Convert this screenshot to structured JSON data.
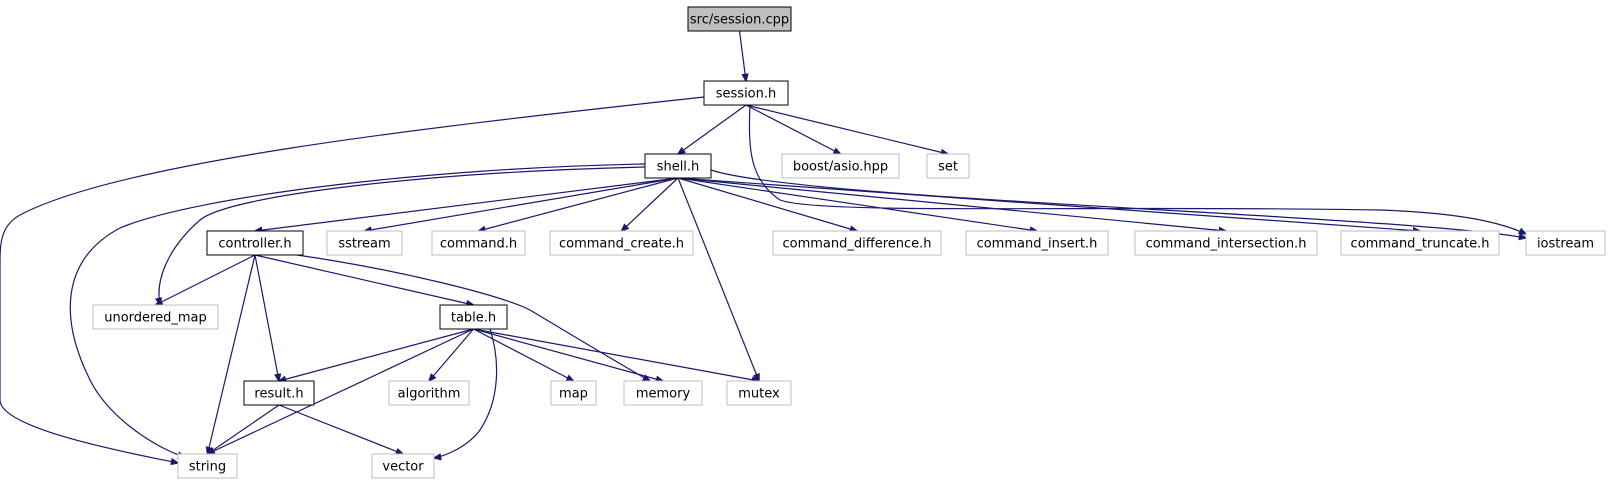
{
  "diagram": {
    "colors": {
      "edge": "#191970",
      "external_border": "#bfbfbf",
      "local_border": "#000000",
      "root_fill": "#bfbfbf"
    },
    "nodes": [
      {
        "id": "root",
        "label": "src/session.cpp",
        "kind": "root"
      },
      {
        "id": "session_h",
        "label": "session.h",
        "kind": "local"
      },
      {
        "id": "shell_h",
        "label": "shell.h",
        "kind": "local"
      },
      {
        "id": "boost_asio",
        "label": "boost/asio.hpp",
        "kind": "external"
      },
      {
        "id": "set",
        "label": "set",
        "kind": "external"
      },
      {
        "id": "controller_h",
        "label": "controller.h",
        "kind": "local"
      },
      {
        "id": "sstream",
        "label": "sstream",
        "kind": "external"
      },
      {
        "id": "command_h",
        "label": "command.h",
        "kind": "external"
      },
      {
        "id": "command_create_h",
        "label": "command_create.h",
        "kind": "external"
      },
      {
        "id": "command_difference_h",
        "label": "command_difference.h",
        "kind": "external"
      },
      {
        "id": "command_insert_h",
        "label": "command_insert.h",
        "kind": "external"
      },
      {
        "id": "command_intersection_h",
        "label": "command_intersection.h",
        "kind": "external"
      },
      {
        "id": "command_truncate_h",
        "label": "command_truncate.h",
        "kind": "external"
      },
      {
        "id": "iostream",
        "label": "iostream",
        "kind": "external"
      },
      {
        "id": "unordered_map",
        "label": "unordered_map",
        "kind": "external"
      },
      {
        "id": "table_h",
        "label": "table.h",
        "kind": "local"
      },
      {
        "id": "result_h",
        "label": "result.h",
        "kind": "local"
      },
      {
        "id": "algorithm",
        "label": "algorithm",
        "kind": "external"
      },
      {
        "id": "map",
        "label": "map",
        "kind": "external"
      },
      {
        "id": "memory",
        "label": "memory",
        "kind": "external"
      },
      {
        "id": "mutex",
        "label": "mutex",
        "kind": "external"
      },
      {
        "id": "string",
        "label": "string",
        "kind": "external"
      },
      {
        "id": "vector",
        "label": "vector",
        "kind": "external"
      }
    ],
    "edges": [
      {
        "from": "root",
        "to": "session_h"
      },
      {
        "from": "session_h",
        "to": "shell_h"
      },
      {
        "from": "session_h",
        "to": "boost_asio"
      },
      {
        "from": "session_h",
        "to": "set"
      },
      {
        "from": "session_h",
        "to": "iostream"
      },
      {
        "from": "session_h",
        "to": "string"
      },
      {
        "from": "shell_h",
        "to": "controller_h"
      },
      {
        "from": "shell_h",
        "to": "sstream"
      },
      {
        "from": "shell_h",
        "to": "command_h"
      },
      {
        "from": "shell_h",
        "to": "command_create_h"
      },
      {
        "from": "shell_h",
        "to": "command_difference_h"
      },
      {
        "from": "shell_h",
        "to": "command_insert_h"
      },
      {
        "from": "shell_h",
        "to": "command_intersection_h"
      },
      {
        "from": "shell_h",
        "to": "command_truncate_h"
      },
      {
        "from": "shell_h",
        "to": "iostream"
      },
      {
        "from": "shell_h",
        "to": "unordered_map"
      },
      {
        "from": "shell_h",
        "to": "string"
      },
      {
        "from": "shell_h",
        "to": "mutex"
      },
      {
        "from": "controller_h",
        "to": "unordered_map"
      },
      {
        "from": "controller_h",
        "to": "table_h"
      },
      {
        "from": "controller_h",
        "to": "result_h"
      },
      {
        "from": "controller_h",
        "to": "string"
      },
      {
        "from": "controller_h",
        "to": "memory"
      },
      {
        "from": "table_h",
        "to": "result_h"
      },
      {
        "from": "table_h",
        "to": "algorithm"
      },
      {
        "from": "table_h",
        "to": "map"
      },
      {
        "from": "table_h",
        "to": "memory"
      },
      {
        "from": "table_h",
        "to": "mutex"
      },
      {
        "from": "table_h",
        "to": "string"
      },
      {
        "from": "table_h",
        "to": "vector"
      },
      {
        "from": "result_h",
        "to": "string"
      },
      {
        "from": "result_h",
        "to": "vector"
      }
    ]
  }
}
